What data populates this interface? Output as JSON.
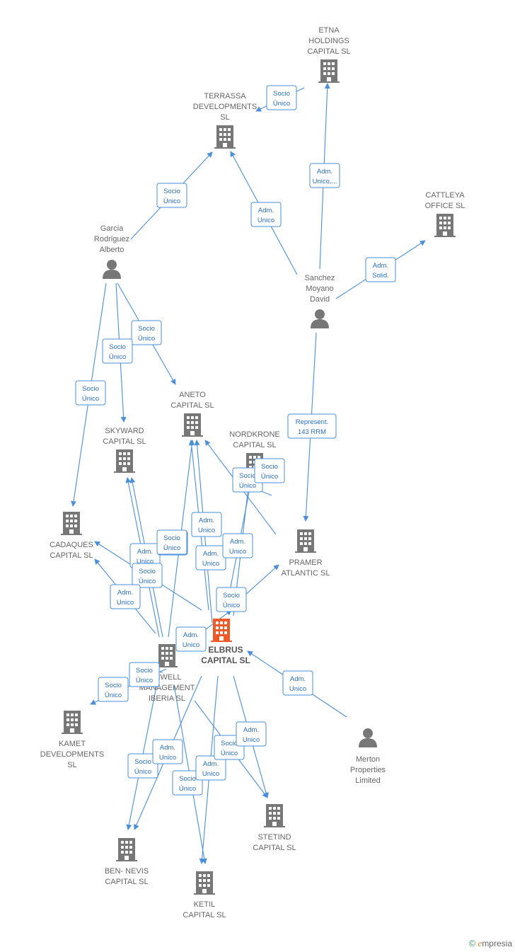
{
  "colors": {
    "edge": "#4a8fdc",
    "building": "#777777",
    "focus": "#f05a28",
    "person": "#777777"
  },
  "nodes": [
    {
      "id": "etna",
      "type": "company",
      "label": [
        "ETNA",
        "HOLDINGS",
        "CAPITAL  SL"
      ]
    },
    {
      "id": "terrassa",
      "type": "company",
      "label": [
        "TERRASSA",
        "DEVELOPMENTS",
        "SL"
      ]
    },
    {
      "id": "cattleya",
      "type": "company",
      "label": [
        "CATTLEYA",
        "OFFICE  SL"
      ]
    },
    {
      "id": "garcia",
      "type": "person",
      "label": [
        "Garcia",
        "Rodriguez",
        "Alberto"
      ]
    },
    {
      "id": "sanchez",
      "type": "person",
      "label": [
        "Sanchez",
        "Moyano",
        "David"
      ]
    },
    {
      "id": "aneto",
      "type": "company",
      "label": [
        "ANETO",
        "CAPITAL  SL"
      ]
    },
    {
      "id": "skyward",
      "type": "company",
      "label": [
        "SKYWARD",
        "CAPITAL  SL"
      ]
    },
    {
      "id": "nordkrone",
      "type": "company",
      "label": [
        "NORDKRONE",
        "CAPITAL  SL"
      ]
    },
    {
      "id": "cadaques",
      "type": "company",
      "label": [
        "CADAQUES",
        "CAPITAL  SL"
      ]
    },
    {
      "id": "pramer",
      "type": "company",
      "label": [
        "PRAMER",
        "ATLANTIC  SL"
      ]
    },
    {
      "id": "elbrus",
      "type": "focus",
      "label": [
        "ELBRUS",
        "CAPITAL  SL"
      ]
    },
    {
      "id": "inwell",
      "type": "company",
      "label": [
        "INWELL",
        "MANAGEMENT",
        "IBERIA  SL"
      ]
    },
    {
      "id": "kamet",
      "type": "company",
      "label": [
        "KAMET",
        "DEVELOPMENTS",
        "SL"
      ]
    },
    {
      "id": "merton",
      "type": "person",
      "label": [
        "Merton",
        "Properties",
        "Limited"
      ]
    },
    {
      "id": "stetind",
      "type": "company",
      "label": [
        "STETIND",
        "CAPITAL  SL"
      ]
    },
    {
      "id": "bennevis",
      "type": "company",
      "label": [
        "BEN- NEVIS",
        "CAPITAL  SL"
      ]
    },
    {
      "id": "ketil",
      "type": "company",
      "label": [
        "KETIL",
        "CAPITAL  SL"
      ]
    }
  ],
  "edge_labels": [
    [
      "Socio",
      "Único"
    ],
    [
      "Adm.",
      "Unico,..."
    ],
    [
      "Socio",
      "Único"
    ],
    [
      "Adm.",
      "Unico"
    ],
    [
      "Adm.",
      "Solid."
    ],
    [
      "Socio",
      "Único"
    ],
    [
      "Socio",
      "Único"
    ],
    [
      "Socio",
      "Único"
    ],
    [
      "Represent.",
      "143 RRM"
    ],
    [
      "Socio",
      "Único"
    ],
    [
      "Socio",
      "Único"
    ],
    [
      "Socio",
      "Único"
    ],
    [
      "Socio",
      "Único"
    ],
    [
      "Adm.",
      "Unico"
    ],
    [
      "Socio",
      "Único"
    ],
    [
      "Adm.",
      "Unico"
    ],
    [
      "Socio",
      "Único"
    ],
    [
      "Adm.",
      "Unico"
    ],
    [
      "Socio",
      "Único"
    ],
    [
      "Adm.",
      "Unico"
    ],
    [
      "Adm.",
      "Unico"
    ],
    [
      "Socio",
      "Único"
    ],
    [
      "Adm.",
      "Unico"
    ],
    [
      "Socio",
      "Único"
    ],
    [
      "Socio",
      "Único"
    ],
    [
      "Adm.",
      "Unico"
    ],
    [
      "Socio",
      "Único"
    ],
    [
      "Adm.",
      "Unico"
    ],
    [
      "Socio",
      "Único"
    ],
    [
      "Adm.",
      "Unico"
    ],
    [
      "Socio",
      "Único"
    ],
    [
      "Adm.",
      "Unico"
    ]
  ],
  "brand": {
    "copyright": "©",
    "name": "mpresia",
    "initial": "e"
  }
}
